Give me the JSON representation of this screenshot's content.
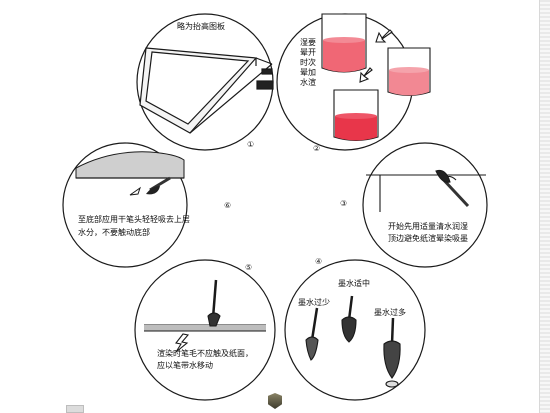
{
  "panels": {
    "p1": {
      "number": "①",
      "caption": "略为抬高图板"
    },
    "p2": {
      "number": "②",
      "caption": "湿要晕开时次晕加水渲"
    },
    "p3": {
      "number": "③",
      "caption_line1": "开始先用适量清水润湿",
      "caption_line2": "顶边避免纸渲晕染吸墨"
    },
    "p4": {
      "number": "④",
      "label_mid": "墨水适中",
      "label_low": "墨水过少",
      "label_high": "墨水过多"
    },
    "p5": {
      "number": "⑤",
      "caption_line1": "渲染时笔毛不应触及纸面，",
      "caption_line2": "应以笔带水移动"
    },
    "p6": {
      "number": "⑥",
      "caption_line1": "至底部应用干笔头轻轻吸去上层",
      "caption_line2": "水分，不要触动底部"
    }
  },
  "colors": {
    "ink_red": "#e8364a",
    "line": "#1a1a1a"
  },
  "icons": {
    "nav": "shield-nav-icon"
  }
}
